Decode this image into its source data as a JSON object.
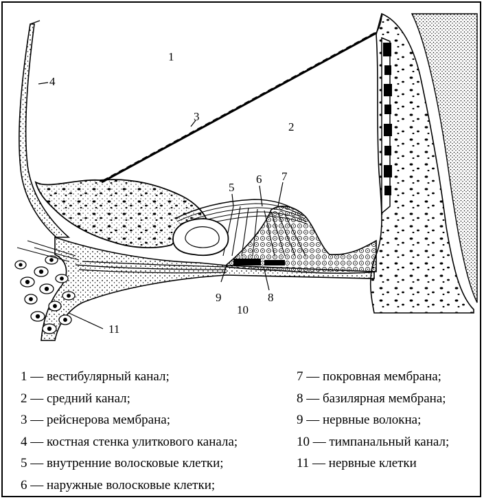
{
  "diagram": {
    "labels": {
      "n1": "1",
      "n2": "2",
      "n3": "3",
      "n4": "4",
      "n5": "5",
      "n6": "6",
      "n7": "7",
      "n8": "8",
      "n9": "9",
      "n10": "10",
      "n11": "11"
    }
  },
  "legend": {
    "left": [
      "1 — вестибулярный канал;",
      "2 — средний канал;",
      "3 — рейснерова мембрана;",
      "4 — костная стенка улиткового канала;",
      "5 — внутренние волосковые клетки;",
      "6 — наружные волосковые клетки;"
    ],
    "right": [
      "7 — покровная мембрана;",
      "8 — базилярная мембрана;",
      "9 — нервные волокна;",
      "10 — тимпанальный канал;",
      "11 — нервные клетки"
    ]
  }
}
